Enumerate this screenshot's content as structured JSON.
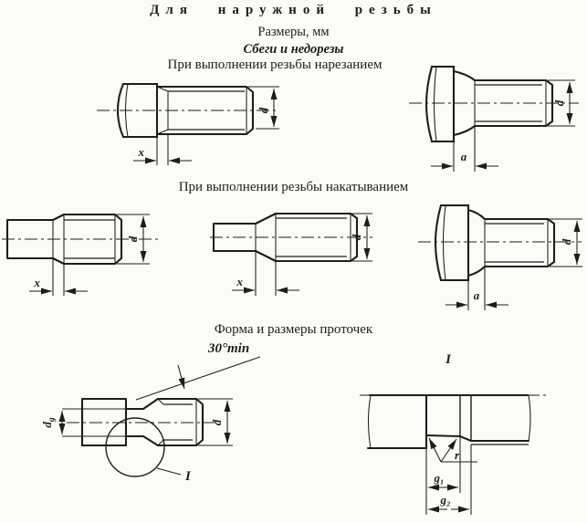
{
  "page": {
    "title": "Для наружной резьбы",
    "subtitle": "Размеры, мм",
    "section_title": "Сбеги и недорезы",
    "heading_cutting": "При выполнении резьбы нарезанием",
    "heading_rolling": "При выполнении резьбы накатыванием",
    "heading_grooves": "Форма и размеры проточек"
  },
  "figures": {
    "cut_plain": {
      "dim_runout": "x",
      "dim_diameter": "d"
    },
    "cut_head": {
      "dim_undercut": "a",
      "dim_diameter": "d"
    },
    "rolled_plain": {
      "dim_runout": "x",
      "dim_diameter": "d"
    },
    "rolled_step": {
      "dim_runout": "x",
      "dim_diameter": "d"
    },
    "rolled_head": {
      "dim_undercut": "a",
      "dim_diameter": "d"
    },
    "groove": {
      "angle_label": "30°min",
      "dim_groove_dia_base": "d",
      "dim_groove_dia_sub": "g",
      "dim_diameter": "d",
      "detail_ref": "I"
    },
    "detail": {
      "title": "I",
      "dim_radius": "r",
      "dim_g1": "g₁",
      "dim_g2": "g₂"
    }
  },
  "colors": {
    "ink": "#1d1d1b",
    "paper": "#fbfbf8"
  }
}
